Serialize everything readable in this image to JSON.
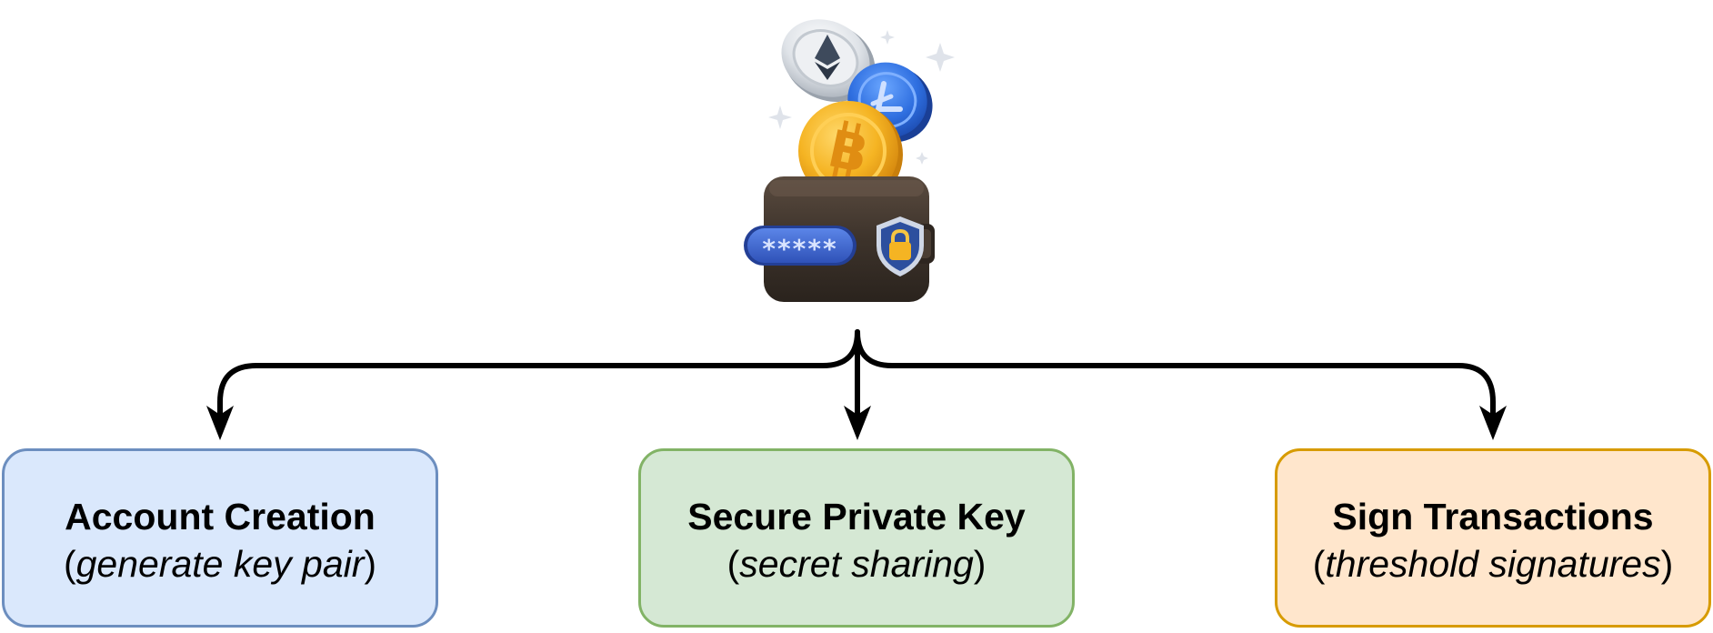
{
  "icons": {
    "wallet": "wallet-icon",
    "password_field": "password-field-icon",
    "shield_lock": "shield-lock-icon",
    "bitcoin_coin": "bitcoin-coin-icon",
    "litecoin_coin": "litecoin-coin-icon",
    "ethereum_coin": "ethereum-coin-icon",
    "sparkle": "sparkle-icon"
  },
  "wallet": {
    "password_mask": "*****"
  },
  "nodes": [
    {
      "title": "Account Creation",
      "subtitle_open": "(",
      "subtitle": "generate key pair",
      "subtitle_close": ")",
      "fill": "#dae8fc",
      "stroke": "#6c8ebf"
    },
    {
      "title": "Secure Private Key",
      "subtitle_open": "(",
      "subtitle": "secret sharing",
      "subtitle_close": ")",
      "fill": "#d5e8d4",
      "stroke": "#82b366"
    },
    {
      "title": "Sign Transactions",
      "subtitle_open": "(",
      "subtitle": "threshold signatures",
      "subtitle_close": ")",
      "fill": "#ffe6cc",
      "stroke": "#d79b00"
    }
  ],
  "colors": {
    "connector": "#000000",
    "wallet_body": "#3d332b",
    "coin_gold": "#f5b423",
    "coin_blue": "#2f6fe0",
    "coin_silver": "#d4d8dd",
    "password_bar": "#3a63c9",
    "shield": "#2d4f9e"
  }
}
